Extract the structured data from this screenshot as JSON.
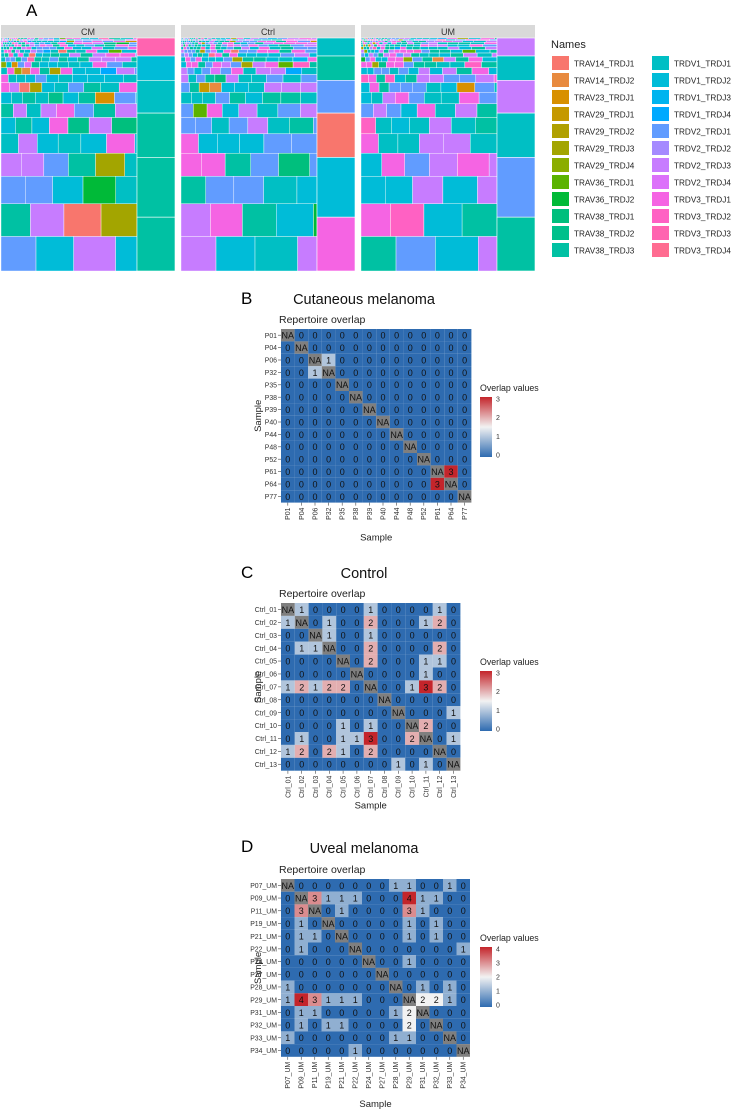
{
  "panel_labels": [
    "A",
    "B",
    "C",
    "D"
  ],
  "panel_a": {
    "facets": [
      "CM",
      "Ctrl",
      "UM"
    ],
    "legend_title": "Names",
    "legend_col1": [
      "TRAV14_TRDJ1",
      "TRAV14_TRDJ2",
      "TRAV23_TRDJ1",
      "TRAV29_TRDJ1",
      "TRAV29_TRDJ2",
      "TRAV29_TRDJ3",
      "TRAV29_TRDJ4",
      "TRAV36_TRDJ1",
      "TRAV36_TRDJ2",
      "TRAV38_TRDJ1",
      "TRAV38_TRDJ2",
      "TRAV38_TRDJ3"
    ],
    "legend_col2": [
      "TRDV1_TRDJ1",
      "TRDV1_TRDJ2",
      "TRDV1_TRDJ3",
      "TRDV1_TRDJ4",
      "TRDV2_TRDJ1",
      "TRDV2_TRDJ2",
      "TRDV2_TRDJ3",
      "TRDV2_TRDJ4",
      "TRDV3_TRDJ1",
      "TRDV3_TRDJ2",
      "TRDV3_TRDJ3",
      "TRDV3_TRDJ4"
    ],
    "legend_colors_col1": [
      "#f8766d",
      "#e88a3f",
      "#d89000",
      "#c59900",
      "#b0a000",
      "#a3a500",
      "#8bad00",
      "#5bb300",
      "#00ba38",
      "#00bf7d",
      "#00c08b",
      "#00c1a3"
    ],
    "legend_colors_col2": [
      "#00bfc4",
      "#00bcd8",
      "#00b4ef",
      "#00a9ff",
      "#619cff",
      "#a58aff",
      "#c77cff",
      "#dc71fa",
      "#f564e3",
      "#ff61c3",
      "#ff64b0",
      "#ff6c91"
    ]
  },
  "chart_data": [
    {
      "type": "heatmap",
      "panel": "B",
      "title": "Cutaneous melanoma",
      "subtitle": "Repertoire overlap",
      "xlabel": "Sample",
      "ylabel": "Sample",
      "legend_title": "Overlap values",
      "legend_ticks": [
        "3",
        "2",
        "1",
        "0"
      ],
      "scale_max": 3,
      "samples": [
        "P01",
        "P04",
        "P06",
        "P32",
        "P35",
        "P38",
        "P39",
        "P40",
        "P44",
        "P48",
        "P52",
        "P61",
        "P64",
        "P77"
      ],
      "matrix": [
        [
          "NA",
          "0",
          "0",
          "0",
          "0",
          "0",
          "0",
          "0",
          "0",
          "0",
          "0",
          "0",
          "0",
          "0"
        ],
        [
          "0",
          "NA",
          "0",
          "0",
          "0",
          "0",
          "0",
          "0",
          "0",
          "0",
          "0",
          "0",
          "0",
          "0"
        ],
        [
          "0",
          "0",
          "NA",
          "1",
          "0",
          "0",
          "0",
          "0",
          "0",
          "0",
          "0",
          "0",
          "0",
          "0"
        ],
        [
          "0",
          "0",
          "1",
          "NA",
          "0",
          "0",
          "0",
          "0",
          "0",
          "0",
          "0",
          "0",
          "0",
          "0"
        ],
        [
          "0",
          "0",
          "0",
          "0",
          "NA",
          "0",
          "0",
          "0",
          "0",
          "0",
          "0",
          "0",
          "0",
          "0"
        ],
        [
          "0",
          "0",
          "0",
          "0",
          "0",
          "NA",
          "0",
          "0",
          "0",
          "0",
          "0",
          "0",
          "0",
          "0"
        ],
        [
          "0",
          "0",
          "0",
          "0",
          "0",
          "0",
          "NA",
          "0",
          "0",
          "0",
          "0",
          "0",
          "0",
          "0"
        ],
        [
          "0",
          "0",
          "0",
          "0",
          "0",
          "0",
          "0",
          "NA",
          "0",
          "0",
          "0",
          "0",
          "0",
          "0"
        ],
        [
          "0",
          "0",
          "0",
          "0",
          "0",
          "0",
          "0",
          "0",
          "NA",
          "0",
          "0",
          "0",
          "0",
          "0"
        ],
        [
          "0",
          "0",
          "0",
          "0",
          "0",
          "0",
          "0",
          "0",
          "0",
          "NA",
          "0",
          "0",
          "0",
          "0"
        ],
        [
          "0",
          "0",
          "0",
          "0",
          "0",
          "0",
          "0",
          "0",
          "0",
          "0",
          "NA",
          "0",
          "0",
          "0"
        ],
        [
          "0",
          "0",
          "0",
          "0",
          "0",
          "0",
          "0",
          "0",
          "0",
          "0",
          "0",
          "NA",
          "3",
          "0"
        ],
        [
          "0",
          "0",
          "0",
          "0",
          "0",
          "0",
          "0",
          "0",
          "0",
          "0",
          "0",
          "3",
          "NA",
          "0"
        ],
        [
          "0",
          "0",
          "0",
          "0",
          "0",
          "0",
          "0",
          "0",
          "0",
          "0",
          "0",
          "0",
          "0",
          "NA"
        ]
      ]
    },
    {
      "type": "heatmap",
      "panel": "C",
      "title": "Control",
      "subtitle": "Repertoire overlap",
      "xlabel": "Sample",
      "ylabel": "Sample",
      "legend_title": "Overlap values",
      "legend_ticks": [
        "3",
        "2",
        "1",
        "0"
      ],
      "scale_max": 3,
      "samples": [
        "Ctrl_01",
        "Ctrl_02",
        "Ctrl_03",
        "Ctrl_04",
        "Ctrl_05",
        "Ctrl_06",
        "Ctrl_07",
        "Ctrl_08",
        "Ctrl_09",
        "Ctrl_10",
        "Ctrl_11",
        "Ctrl_12",
        "Ctrl_13"
      ],
      "matrix": [
        [
          "NA",
          "1",
          "0",
          "0",
          "0",
          "0",
          "1",
          "0",
          "0",
          "0",
          "0",
          "1",
          "0"
        ],
        [
          "1",
          "NA",
          "0",
          "1",
          "0",
          "0",
          "2",
          "0",
          "0",
          "0",
          "1",
          "2",
          "0"
        ],
        [
          "0",
          "0",
          "NA",
          "1",
          "0",
          "0",
          "1",
          "0",
          "0",
          "0",
          "0",
          "0",
          "0"
        ],
        [
          "0",
          "1",
          "1",
          "NA",
          "0",
          "0",
          "2",
          "0",
          "0",
          "0",
          "0",
          "2",
          "0"
        ],
        [
          "0",
          "0",
          "0",
          "0",
          "NA",
          "0",
          "2",
          "0",
          "0",
          "0",
          "1",
          "1",
          "0"
        ],
        [
          "0",
          "0",
          "0",
          "0",
          "0",
          "NA",
          "0",
          "0",
          "0",
          "0",
          "1",
          "0",
          "0"
        ],
        [
          "1",
          "2",
          "1",
          "2",
          "2",
          "0",
          "NA",
          "0",
          "0",
          "1",
          "3",
          "2",
          "0"
        ],
        [
          "0",
          "0",
          "0",
          "0",
          "0",
          "0",
          "0",
          "NA",
          "0",
          "0",
          "0",
          "0",
          "0"
        ],
        [
          "0",
          "0",
          "0",
          "0",
          "0",
          "0",
          "0",
          "0",
          "NA",
          "0",
          "0",
          "0",
          "1"
        ],
        [
          "0",
          "0",
          "0",
          "0",
          "1",
          "0",
          "1",
          "0",
          "0",
          "NA",
          "2",
          "0",
          "0"
        ],
        [
          "0",
          "1",
          "0",
          "0",
          "1",
          "1",
          "3",
          "0",
          "0",
          "2",
          "NA",
          "0",
          "1"
        ],
        [
          "1",
          "2",
          "0",
          "2",
          "1",
          "0",
          "2",
          "0",
          "0",
          "0",
          "0",
          "NA",
          "0"
        ],
        [
          "0",
          "0",
          "0",
          "0",
          "0",
          "0",
          "0",
          "0",
          "1",
          "0",
          "1",
          "0",
          "NA"
        ]
      ]
    },
    {
      "type": "heatmap",
      "panel": "D",
      "title": "Uveal melanoma",
      "subtitle": "Repertoire overlap",
      "xlabel": "Sample",
      "ylabel": "Sample",
      "legend_title": "Overlap values",
      "legend_ticks": [
        "4",
        "3",
        "2",
        "1",
        "0"
      ],
      "scale_max": 4,
      "samples": [
        "P07_UM",
        "P09_UM",
        "P11_UM",
        "P19_UM",
        "P21_UM",
        "P22_UM",
        "P24_UM",
        "P27_UM",
        "P28_UM",
        "P29_UM",
        "P31_UM",
        "P32_UM",
        "P33_UM",
        "P34_UM"
      ],
      "matrix": [
        [
          "NA",
          "0",
          "0",
          "0",
          "0",
          "0",
          "0",
          "0",
          "1",
          "1",
          "0",
          "0",
          "1",
          "0"
        ],
        [
          "0",
          "NA",
          "3",
          "1",
          "1",
          "1",
          "0",
          "0",
          "0",
          "4",
          "1",
          "1",
          "0",
          "0"
        ],
        [
          "0",
          "3",
          "NA",
          "0",
          "1",
          "0",
          "0",
          "0",
          "0",
          "3",
          "1",
          "0",
          "0",
          "0"
        ],
        [
          "0",
          "1",
          "0",
          "NA",
          "0",
          "0",
          "0",
          "0",
          "0",
          "1",
          "0",
          "1",
          "0",
          "0"
        ],
        [
          "0",
          "1",
          "1",
          "0",
          "NA",
          "0",
          "0",
          "0",
          "0",
          "1",
          "0",
          "1",
          "0",
          "0"
        ],
        [
          "0",
          "1",
          "0",
          "0",
          "0",
          "NA",
          "0",
          "0",
          "0",
          "0",
          "0",
          "0",
          "0",
          "1"
        ],
        [
          "0",
          "0",
          "0",
          "0",
          "0",
          "0",
          "NA",
          "0",
          "0",
          "1",
          "0",
          "0",
          "0",
          "0"
        ],
        [
          "0",
          "0",
          "0",
          "0",
          "0",
          "0",
          "0",
          "NA",
          "0",
          "0",
          "0",
          "0",
          "0",
          "0"
        ],
        [
          "1",
          "0",
          "0",
          "0",
          "0",
          "0",
          "0",
          "0",
          "NA",
          "0",
          "1",
          "0",
          "1",
          "0"
        ],
        [
          "1",
          "4",
          "3",
          "1",
          "1",
          "1",
          "0",
          "0",
          "0",
          "NA",
          "2",
          "2",
          "1",
          "0"
        ],
        [
          "0",
          "1",
          "1",
          "0",
          "0",
          "0",
          "0",
          "0",
          "1",
          "2",
          "NA",
          "0",
          "0",
          "0"
        ],
        [
          "0",
          "1",
          "0",
          "1",
          "1",
          "0",
          "0",
          "0",
          "0",
          "2",
          "0",
          "NA",
          "0",
          "0"
        ],
        [
          "1",
          "0",
          "0",
          "0",
          "0",
          "0",
          "0",
          "0",
          "1",
          "1",
          "0",
          "0",
          "NA",
          "0"
        ],
        [
          "0",
          "0",
          "0",
          "0",
          "0",
          "1",
          "0",
          "0",
          "0",
          "0",
          "0",
          "0",
          "0",
          "NA"
        ]
      ]
    }
  ]
}
